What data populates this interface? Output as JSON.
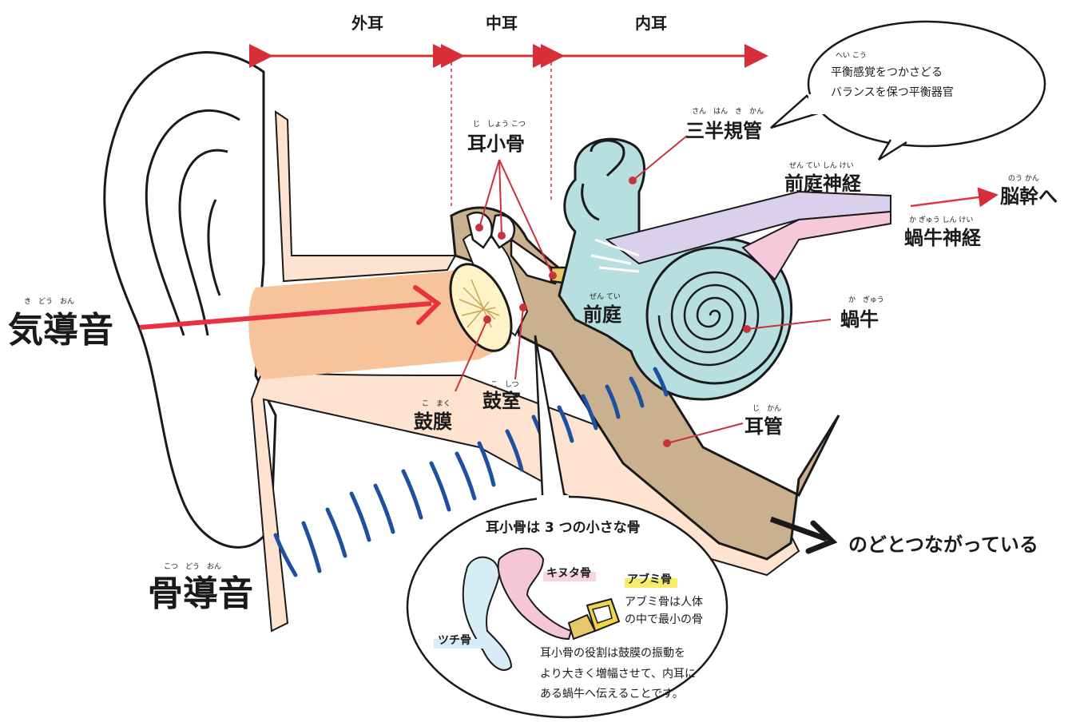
{
  "sections": {
    "outer": "外耳",
    "middle": "中耳",
    "inner": "内耳"
  },
  "labels": {
    "air_conduction": {
      "text": "気導音",
      "ruby": "き　どう　おん"
    },
    "bone_conduction": {
      "text": "骨導音",
      "ruby": "こつ　どう　おん"
    },
    "ossicles": {
      "text": "耳小骨",
      "ruby": "じ　しょう こつ"
    },
    "semicircular": {
      "text": "三半規管",
      "ruby": "さん　はん　き　かん"
    },
    "vestibular_nerve": {
      "text": "前庭神経",
      "ruby": "ぜん てい しん けい"
    },
    "brainstem": {
      "text": "脳幹へ",
      "ruby": "のう かん"
    },
    "cochlear_nerve": {
      "text": "蝸牛神経",
      "ruby": "か ぎゅう しん けい"
    },
    "vestibule": {
      "text": "前庭",
      "ruby": "ぜん てい"
    },
    "cochlea": {
      "text": "蝸牛",
      "ruby": "か　ぎゅう"
    },
    "eardrum": {
      "text": "鼓膜",
      "ruby": "こ　まく"
    },
    "tympanic_cavity": {
      "text": "鼓室",
      "ruby": "こ　しつ"
    },
    "eustachian": {
      "text": "耳管",
      "ruby": "じ　かん"
    },
    "throat": "のどとつながっている"
  },
  "bubble": {
    "ruby": "へい こう",
    "line1": "平衡感覚をつかさどる",
    "line2": "バランスを保つ平衡器官"
  },
  "inset": {
    "title": "耳小骨は 3 つの小さな骨",
    "incus": "キヌタ骨",
    "stapes": "アブミ骨",
    "malleus": "ツチ骨",
    "stapes_note1": "アブミ骨は人体",
    "stapes_note2": "の中で最小の骨",
    "role1": "耳小骨の役割は鼓膜の振動を",
    "role2": "より大きく増幅させて、内耳に",
    "role3": "ある蝸牛へ伝えることです。"
  },
  "colors": {
    "arrow_red": "#d62f3a",
    "wave_blue": "#1f4fa0",
    "bone_tan": "#c9b08f",
    "cochlea_teal": "#b7dfe0",
    "skin_peach": "#f6c39b",
    "nerve_pink": "#f5c9d9",
    "nerve_lavender": "#d9d0ec"
  }
}
